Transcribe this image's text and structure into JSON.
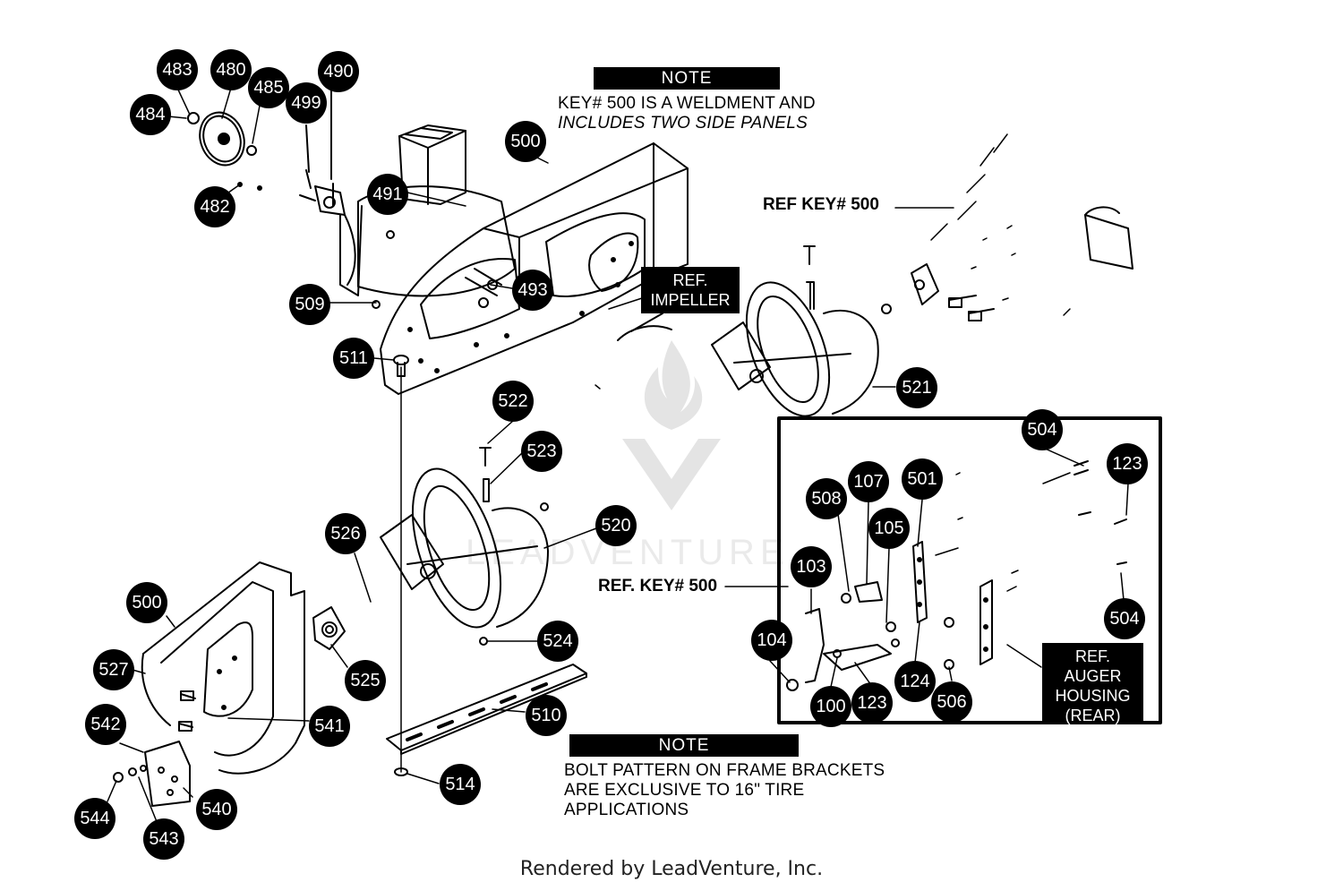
{
  "notes": [
    {
      "title": "NOTE",
      "lines": [
        "KEY# 500 IS A WELDMENT AND",
        "INCLUDES TWO SIDE PANELS"
      ]
    },
    {
      "title": "NOTE",
      "lines": [
        "BOLT PATTERN ON FRAME BRACKETS",
        "ARE EXCLUSIVE TO 16\" TIRE",
        "APPLICATIONS"
      ]
    }
  ],
  "refs": {
    "ref_key_500_top": "REF  KEY# 500",
    "ref_key_500_mid": "REF. KEY# 500",
    "ref_impeller": "REF.\nIMPELLER",
    "ref_auger_housing": "REF.\nAUGER\nHOUSING\n(REAR)"
  },
  "callouts": [
    "483",
    "480",
    "485",
    "490",
    "484",
    "499",
    "482",
    "491",
    "500",
    "509",
    "493",
    "511",
    "522",
    "523",
    "521",
    "504",
    "123",
    "508",
    "107",
    "501",
    "526",
    "520",
    "105",
    "103",
    "500",
    "104",
    "524",
    "527",
    "525",
    "100",
    "123",
    "124",
    "506",
    "504",
    "541",
    "542",
    "510",
    "514",
    "544",
    "540",
    "543"
  ],
  "watermark": "LEADVENTURE",
  "footer": "Rendered by LeadVenture, Inc."
}
